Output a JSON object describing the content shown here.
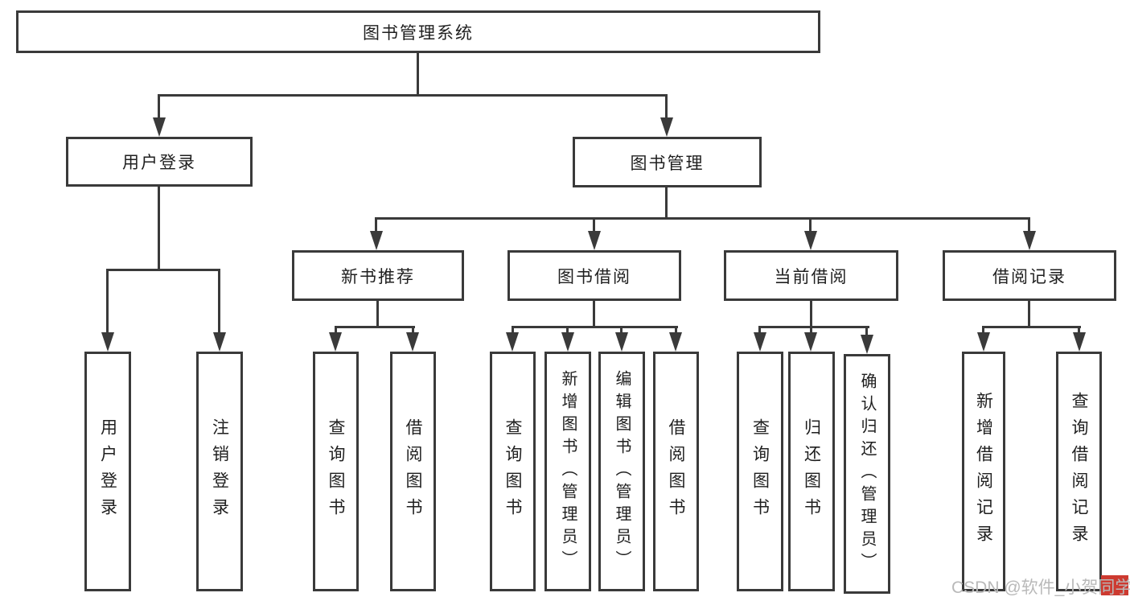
{
  "colors": {
    "line": "#3a3a3a",
    "ink": "#1f1f1f",
    "background": "#ffffff",
    "watermark_gray": "#b9b9b9",
    "watermark_red": "#cd3a30"
  },
  "diagram": {
    "root": {
      "label": "图书管理系统"
    },
    "branches": [
      {
        "label": "用户登录",
        "children": [
          {
            "label": "用户登录"
          },
          {
            "label": "注销登录"
          }
        ]
      },
      {
        "label": "图书管理",
        "children": [
          {
            "label": "新书推荐",
            "children": [
              {
                "label": "查询图书"
              },
              {
                "label": "借阅图书"
              }
            ]
          },
          {
            "label": "图书借阅",
            "children": [
              {
                "label": "查询图书"
              },
              {
                "label": "新增图书（管理员）"
              },
              {
                "label": "编辑图书（管理员）"
              },
              {
                "label": "借阅图书"
              }
            ]
          },
          {
            "label": "当前借阅",
            "children": [
              {
                "label": "查询图书"
              },
              {
                "label": "归还图书"
              },
              {
                "label": "确认归还（管理员）"
              }
            ]
          },
          {
            "label": "借阅记录",
            "children": [
              {
                "label": "新增借阅记录"
              },
              {
                "label": "查询借阅记录"
              }
            ]
          }
        ]
      }
    ],
    "watermark": {
      "text": "CSDN @软件_小贺同学"
    }
  }
}
